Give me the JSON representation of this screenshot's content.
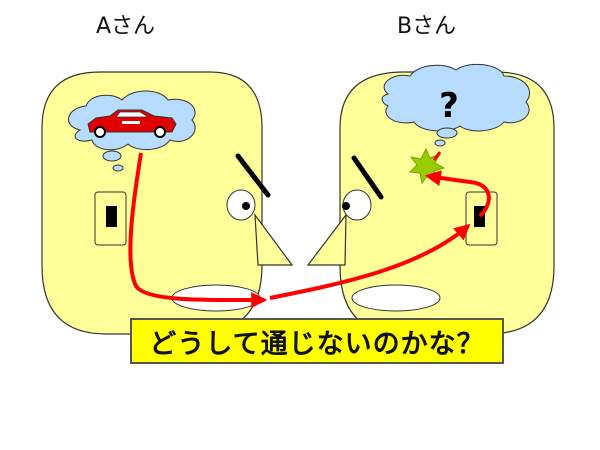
{
  "labels": {
    "person_a": "Aさん",
    "person_b": "Bさん"
  },
  "thought_b": "?",
  "caption": "どうして通じないのかな？",
  "colors": {
    "face": "#ffff99",
    "cloud": "#b7dcff",
    "arrow": "#ff0000",
    "caption_bg": "#ffff00",
    "car": "#e00000",
    "spark": "#99cc00"
  }
}
